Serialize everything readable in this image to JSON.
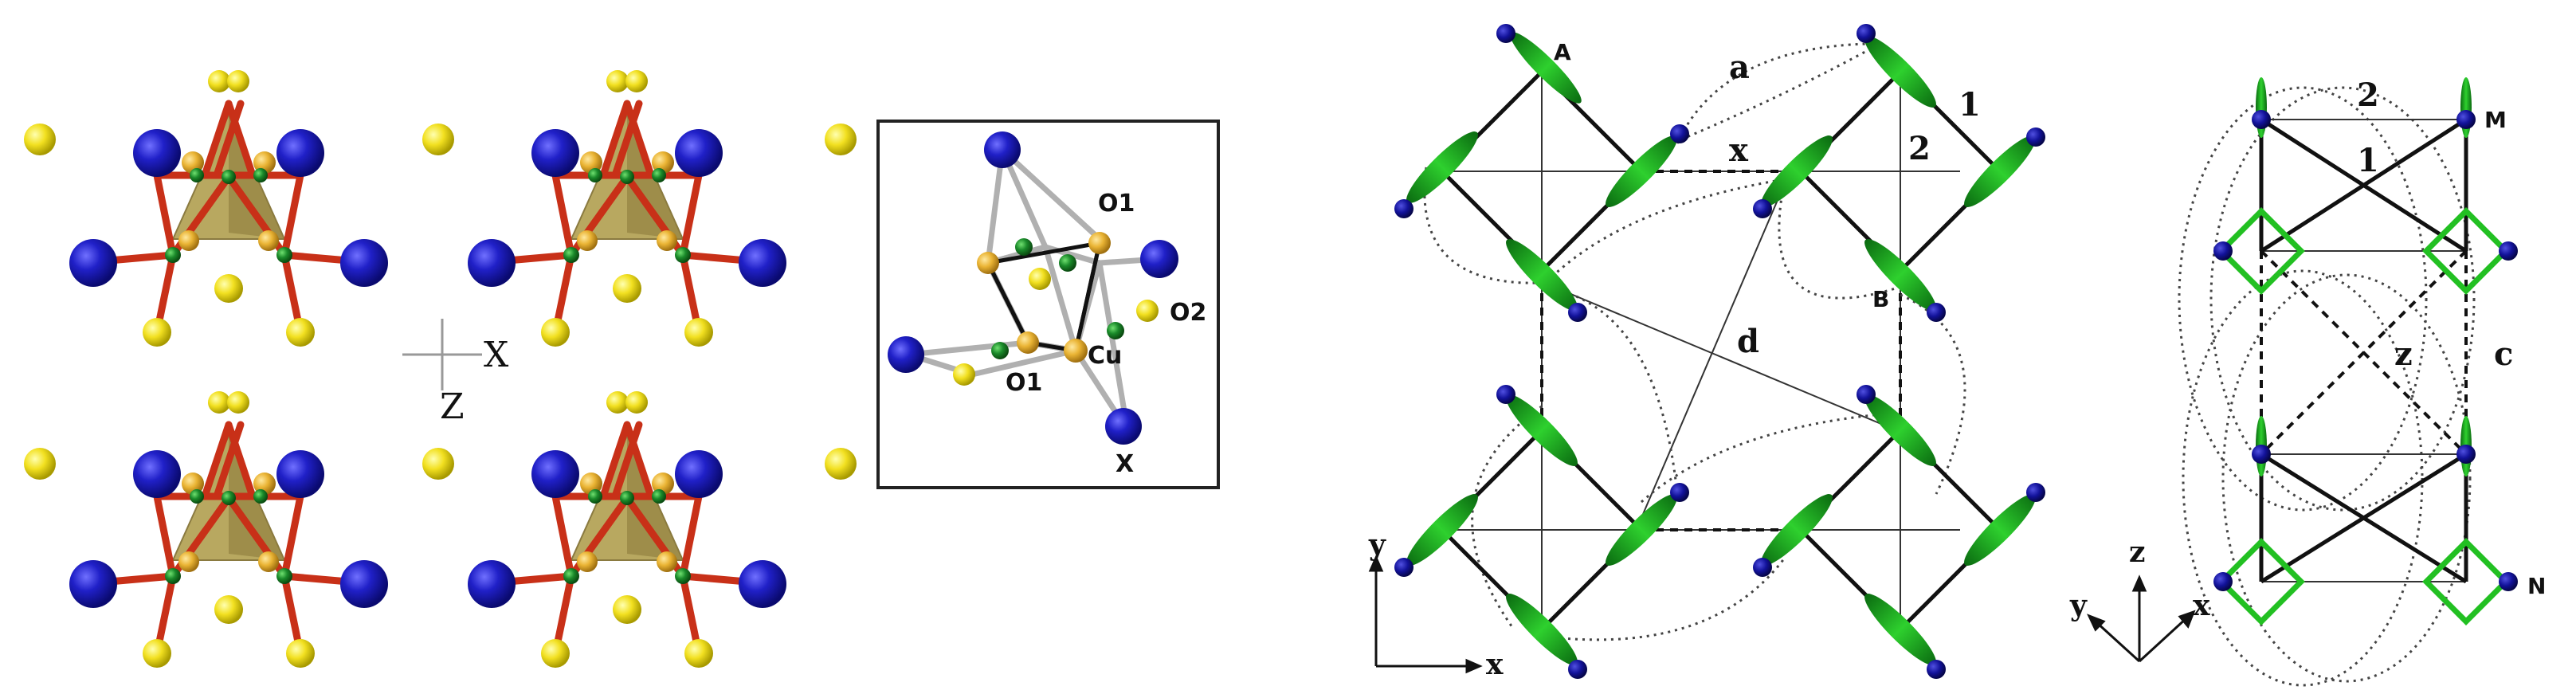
{
  "panel_left": {
    "axis_labels": {
      "x": "X",
      "z": "Z"
    },
    "inset": {
      "labels": {
        "o1_top": "O1",
        "o2": "O2",
        "cu": "Cu",
        "o1_bottom": "O1",
        "x": "X"
      }
    }
  },
  "panel_middle": {
    "labels": {
      "a": "a",
      "x_bond": "x",
      "d": "d",
      "one": "1",
      "two": "2",
      "site_a": "A",
      "site_b": "B",
      "axis_x": "x",
      "axis_y": "y"
    }
  },
  "panel_right": {
    "labels": {
      "two": "2",
      "one": "1",
      "z_bond": "z",
      "c": "c",
      "site_m": "M",
      "site_n": "N",
      "axis_z": "z",
      "axis_y": "y",
      "axis_x": "x"
    }
  },
  "colors": {
    "blue_atom": "#1a1aa8",
    "yellow_atom": "#e8d81a",
    "gold_atom": "#e8b830",
    "red_bond": "#c83018",
    "green_atom": "#1a8a2a",
    "green_orbital": "#22b022",
    "tetrahedron": "#b8a860",
    "black_line": "#111111"
  }
}
